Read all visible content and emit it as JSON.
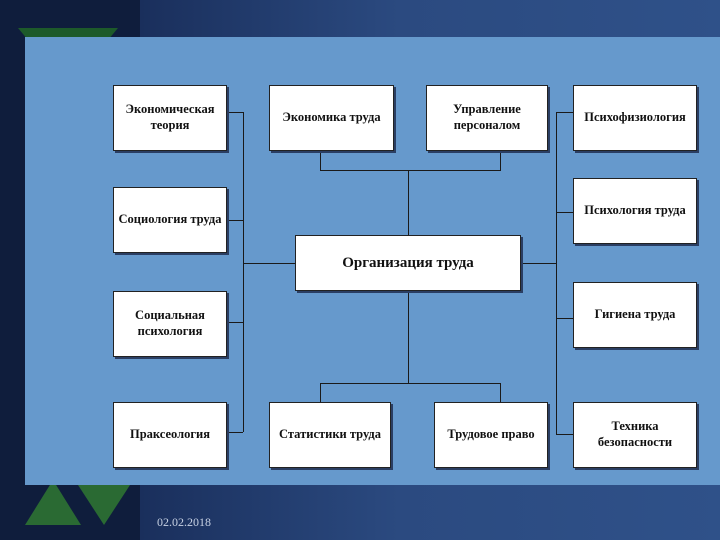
{
  "diagram": {
    "center": "Организация труда",
    "top_row": [
      "Экономическая теория",
      "Экономика труда",
      "Управление персоналом",
      "Психофизиология"
    ],
    "left_column": [
      "Социология труда",
      "Социальная психология",
      "Праксеология"
    ],
    "right_column": [
      "Психология труда",
      "Гигиена труда",
      "Техника безопасности"
    ],
    "bottom_row": [
      "Статистики труда",
      "Трудовое право"
    ]
  },
  "footer": {
    "date": "02.02.2018"
  },
  "colors": {
    "panel": "#6699cc",
    "background": "#1a2f5c"
  }
}
